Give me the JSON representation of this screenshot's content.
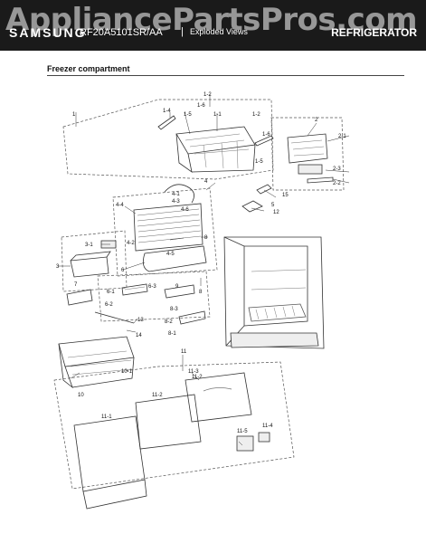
{
  "header": {
    "brand": "SAMSUNG",
    "model": "RF20A5101SR/AA",
    "separator": "|",
    "view_type": "Exploded Views",
    "category": "REFRIGERATOR",
    "watermark": "AppliancePartsPros.com"
  },
  "section": {
    "title": "Freezer compartment"
  },
  "labels": {
    "l1": "1",
    "l1_1": "1-1",
    "l1_2a": "1-2",
    "l1_2b": "1-2",
    "l1_4": "1-4",
    "l1_5a": "1-5",
    "l1_5b": "1-5",
    "l1_6a": "1-6",
    "l1_6b": "1-6",
    "l2": "2",
    "l2_1": "2-1",
    "l2_2": "2-2",
    "l2_3": "2-3",
    "l3": "3",
    "l3_1": "3-1",
    "l4": "4",
    "l4_1": "4-1",
    "l4_2": "4-2",
    "l4_3": "4-3",
    "l4_4": "4-4",
    "l4_5": "4-5",
    "l4_6": "4-6",
    "l5": "5",
    "l6": "6",
    "l6_1": "6-1",
    "l6_2": "6-2",
    "l6_3": "6-3",
    "l7": "7",
    "l8": "8",
    "l8_1": "8-1",
    "l8_2": "8-2",
    "l8_3": "8-3",
    "l9": "9",
    "l10": "10",
    "l10_1": "10-1",
    "l11": "11",
    "l11_1": "11-1",
    "l11_2a": "11-2",
    "l11_2b": "11-2",
    "l11_3": "11-3",
    "l11_4": "11-4",
    "l11_5": "11-5",
    "l12": "12",
    "l13": "13",
    "l14": "14",
    "l15": "15"
  }
}
